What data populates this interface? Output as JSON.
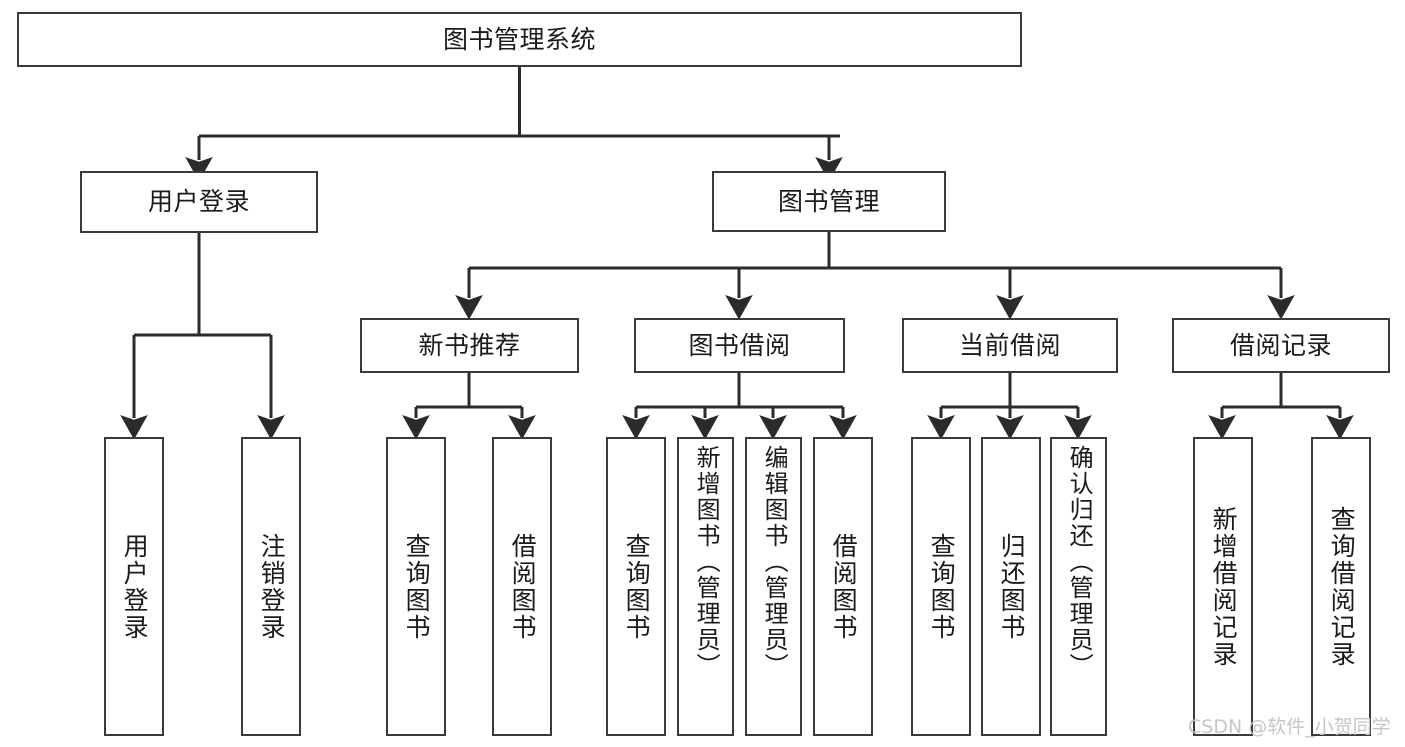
{
  "diagram": {
    "type": "tree-hierarchy-chart",
    "title": "图书管理系统",
    "watermark": "CSDN @软件_小贺同学",
    "colors": {
      "background": "#ffffff",
      "box_border": "#3a3a3a",
      "box_fill": "#ffffff",
      "edge": "#2b2b2b",
      "text": "#1b1b1b",
      "watermark": "#c6c6c6"
    },
    "levels": {
      "root": "图书管理系统",
      "level1": [
        "用户登录",
        "图书管理"
      ],
      "level2": [
        "新书推荐",
        "图书借阅",
        "当前借阅",
        "借阅记录"
      ]
    },
    "nodes": {
      "root": {
        "label": "图书管理系统"
      },
      "user_login": {
        "label": "用户登录"
      },
      "book_mgmt": {
        "label": "图书管理"
      },
      "new_book_rec": {
        "label": "新书推荐"
      },
      "book_borrow": {
        "label": "图书借阅"
      },
      "current_borrow": {
        "label": "当前借阅"
      },
      "borrow_record": {
        "label": "借阅记录"
      }
    },
    "leaves": {
      "user_login": [
        {
          "label": "用户登录"
        },
        {
          "label": "注销登录"
        }
      ],
      "new_book_rec": [
        {
          "label": "查询图书"
        },
        {
          "label": "借阅图书"
        }
      ],
      "book_borrow": [
        {
          "label": "查询图书"
        },
        {
          "label": "新增图书（管理员）"
        },
        {
          "label": "编辑图书（管理员）"
        },
        {
          "label": "借阅图书"
        }
      ],
      "current_borrow": [
        {
          "label": "查询图书"
        },
        {
          "label": "归还图书"
        },
        {
          "label": "确认归还（管理员）"
        }
      ],
      "borrow_record": [
        {
          "label": "新增借阅记录"
        },
        {
          "label": "查询借阅记录"
        }
      ]
    }
  }
}
